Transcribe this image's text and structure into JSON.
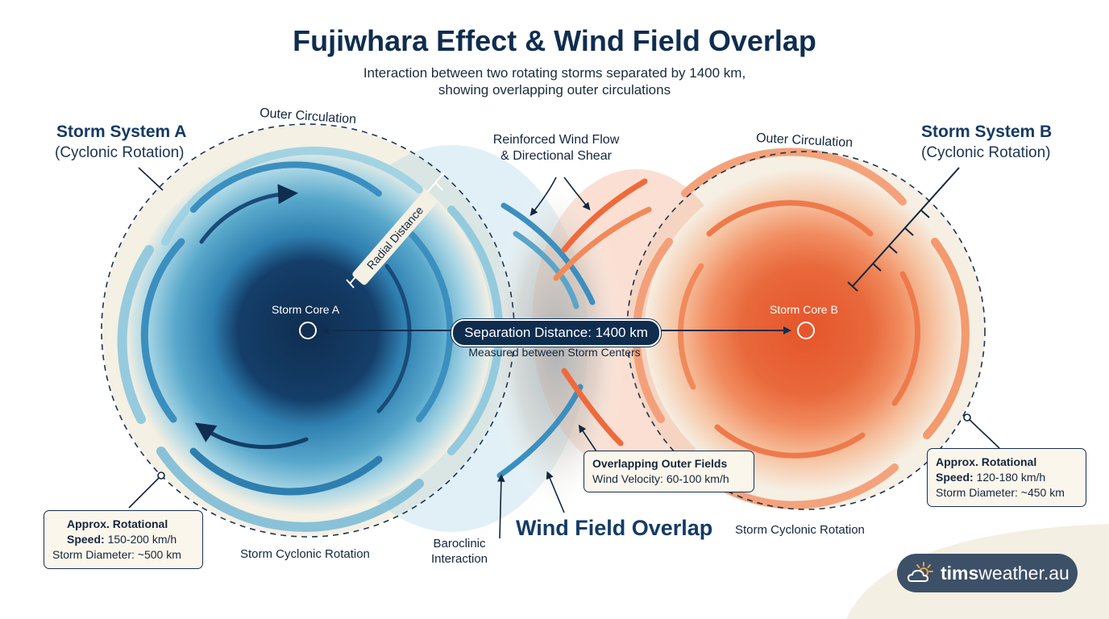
{
  "title": "Fujiwhara Effect & Wind Field Overlap",
  "subtitle_lines": [
    "Interaction between two rotating storms separated by 1400 km,",
    "showing overlapping outer circulations"
  ],
  "storm_a": {
    "name": "Storm System A",
    "rotation": "(Cyclonic Rotation)",
    "core_label": "Storm Core A",
    "outer_label": "Outer Circulation",
    "bottom_label": "Storm Cyclonic Rotation",
    "radial_label": "Radial Distance",
    "info": {
      "speed_label": "Approx. Rotational",
      "speed_key": "Speed:",
      "speed_value": " 150-200 km/h",
      "diameter": "Storm Diameter: ~500 km"
    },
    "colors": {
      "core": "#0f2d4f",
      "mid": "#2e86b5",
      "light": "#8cc7dc"
    }
  },
  "storm_b": {
    "name": "Storm System B",
    "rotation": "(Cyclonic Rotation)",
    "core_label": "Storm Core B",
    "outer_label": "Outer Circulation",
    "bottom_label": "Storm Cyclonic Rotation",
    "info": {
      "speed_label": "Approx. Rotational",
      "speed_key": "Speed:",
      "speed_value": " 120-180 km/h",
      "diameter": "Storm Diameter: ~450 km"
    },
    "colors": {
      "core": "#e65a2e",
      "mid": "#f08a5a",
      "light": "#f7c29f"
    }
  },
  "center": {
    "reinforced_lines": [
      "Reinforced Wind Flow",
      "& Directional Shear"
    ],
    "separation": "Separation Distance: 1400 km",
    "measured": "Measured between Storm Centers",
    "overlap_title": "Overlapping Outer Fields",
    "overlap_velocity": "Wind Velocity: 60-100 km/h",
    "wind_field_overlap": "Wind Field Overlap",
    "baroclinic_lines": [
      "Baroclinic",
      "Interaction"
    ]
  },
  "brand": {
    "bold": "tims",
    "regular": "weather.au",
    "icon": "cloud-sun-icon"
  }
}
